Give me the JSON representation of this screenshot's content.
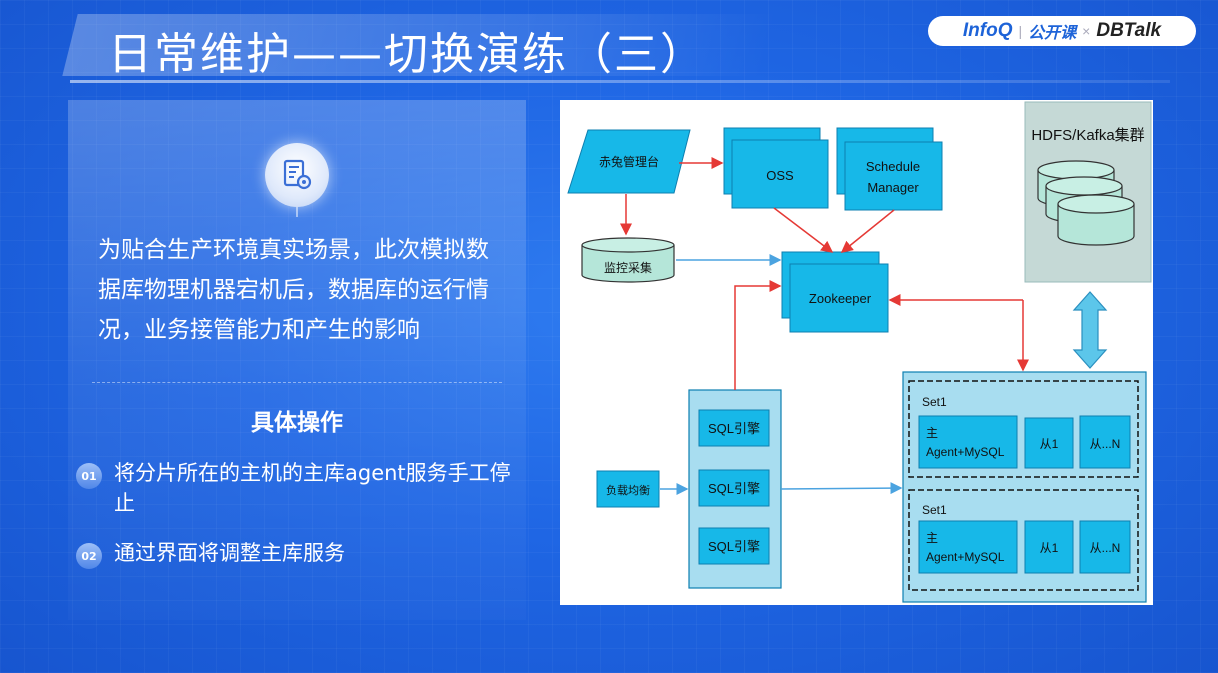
{
  "title": "日常维护——切换演练（三）",
  "brand": {
    "infoq": "InfoQ",
    "separator": "|",
    "open_course": "公开课",
    "times": "×",
    "dbtalk": "DBTalk"
  },
  "card": {
    "icon": "settings-document-icon",
    "description": "为贴合生产环境真实场景，此次模拟数据库物理机器宕机后，数据库的运行情况，业务接管能力和产生的影响",
    "ops_heading": "具体操作",
    "steps": [
      {
        "num": "01",
        "text": "将分片所在的主机的主库agent服务手工停止"
      },
      {
        "num": "02",
        "text": "通过界面将调整主库服务"
      }
    ]
  },
  "diagram": {
    "chitu": "赤兔管理台",
    "oss": "OSS",
    "schedule_line1": "Schedule",
    "schedule_line2": "Manager",
    "hdfs": "HDFS/Kafka集群",
    "monitor": "监控采集",
    "zookeeper": "Zookeeper",
    "sql_engine": [
      "SQL引擎",
      "SQL引擎",
      "SQL引擎"
    ],
    "load_balancer": "负载均衡",
    "sets": [
      {
        "name": "Set1",
        "master_line1": "主",
        "master_line2": "Agent+MySQL",
        "slave1": "从1",
        "slaveN": "从...N"
      },
      {
        "name": "Set1",
        "master_line1": "主",
        "master_line2": "Agent+MySQL",
        "slave1": "从1",
        "slaveN": "从...N"
      }
    ],
    "colors": {
      "node_fill": "#17b8e8",
      "node_stroke": "#0d7fb0",
      "light_fill": "#a8ddf0",
      "cyl_fill": "#b5e6d9",
      "hdfs_bg": "#c5d9d6",
      "red_arrow": "#e53935",
      "blue_arrow": "#4ba3e0"
    }
  }
}
